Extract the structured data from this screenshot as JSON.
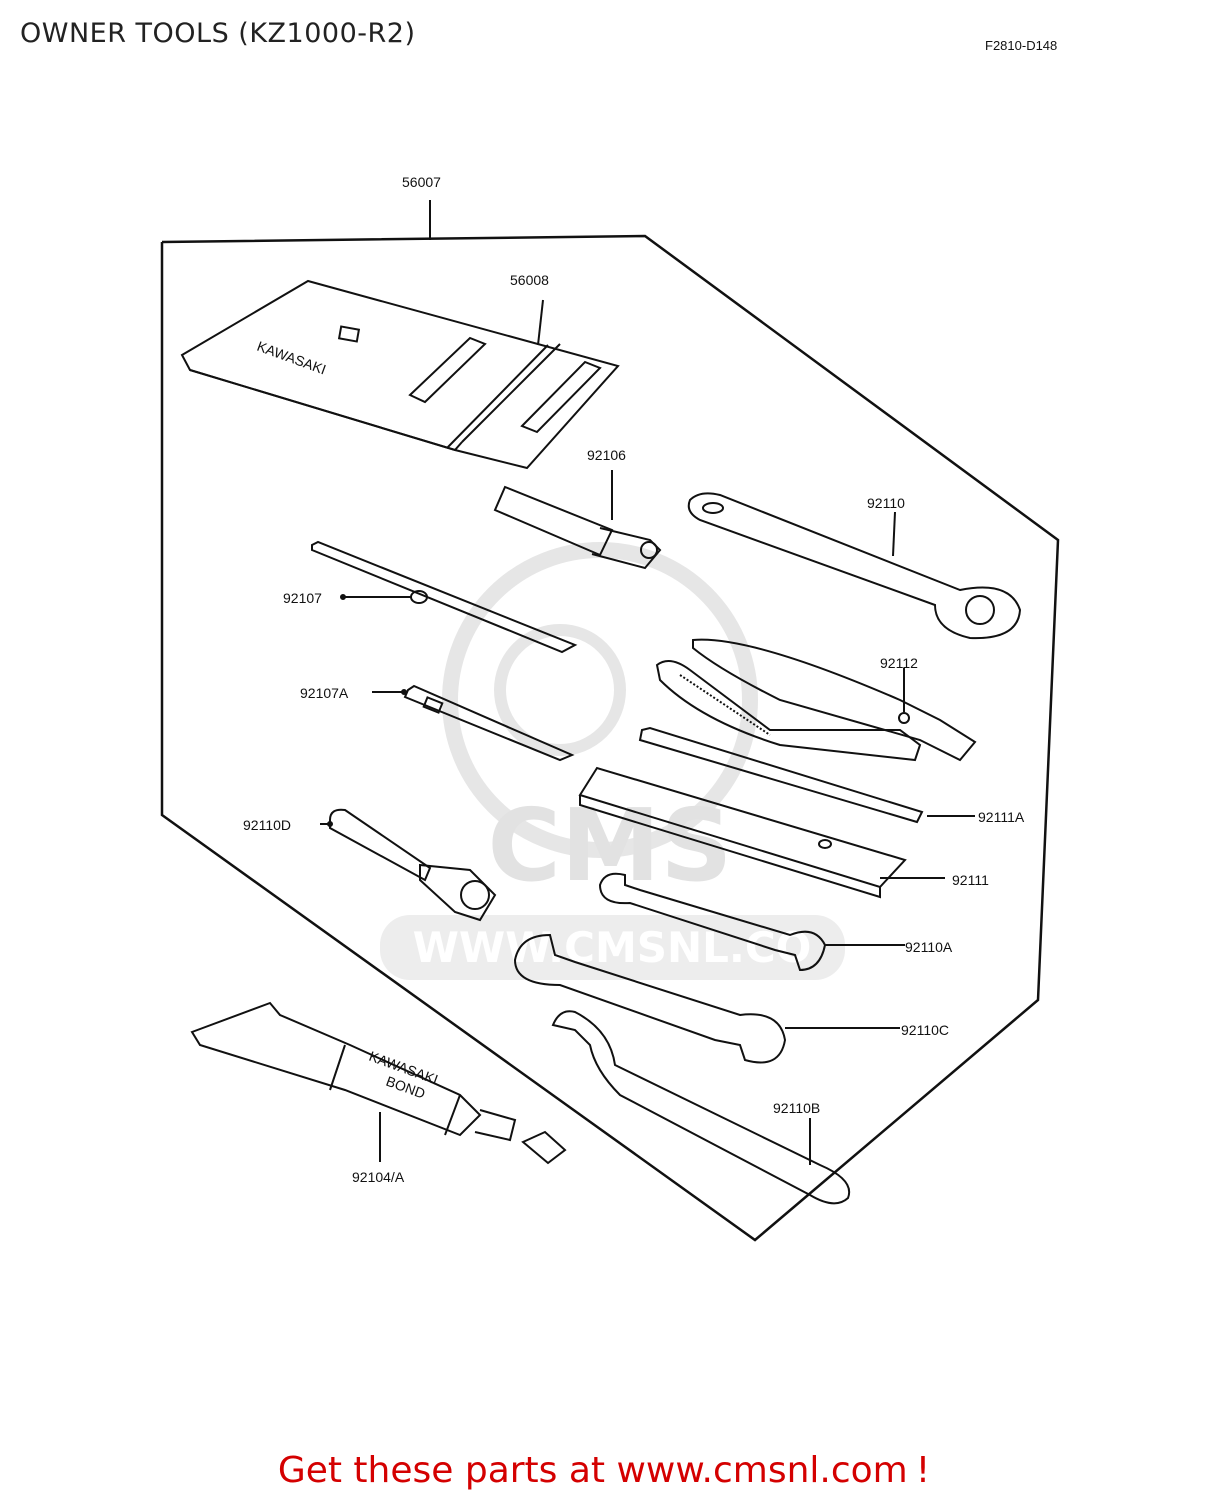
{
  "header": {
    "title": "OWNER TOOLS (KZ1000-R2)",
    "figure_code": "F2810-D148"
  },
  "watermark": {
    "brand": "CMS",
    "url": "WWW.CMSNL.CO"
  },
  "parts": {
    "p56007": "56007",
    "p56008": "56008",
    "p92106": "92106",
    "p92110": "92110",
    "p92107": "92107",
    "p92112": "92112",
    "p92107A": "92107A",
    "p92111A": "92111A",
    "p92110D": "92110D",
    "p92111": "92111",
    "p92110A": "92110A",
    "p92110C": "92110C",
    "p92110B": "92110B",
    "p92104A": "92104/A"
  },
  "printed_marks": {
    "pouch_brand": "KAWASAKI",
    "tube_line1": "KAWASAKI",
    "tube_line2": "BOND"
  },
  "footer": {
    "cta_text": "Get these parts at www.cmsnl.com",
    "cta_mark": "!"
  },
  "colors": {
    "line": "#111111",
    "cta": "#d40000",
    "watermark": "#e2e2e2"
  }
}
